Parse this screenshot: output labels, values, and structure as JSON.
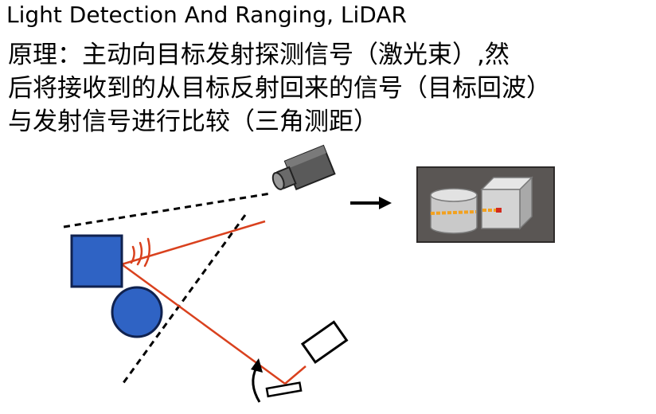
{
  "title": "Light Detection And Ranging, LiDAR",
  "principle": {
    "line1": "原理：主动向目标发射探测信号（激光束）,然",
    "line2": "后将接收到的从目标反射回来的信号（目标回波）",
    "line3": "与发射信号进行比较（三角测距）"
  },
  "colors": {
    "beam": "#d9411e",
    "target_fill": "#2f63c4",
    "target_stroke": "#10224f",
    "display_bg": "#5a5654",
    "dash": "#000000"
  }
}
